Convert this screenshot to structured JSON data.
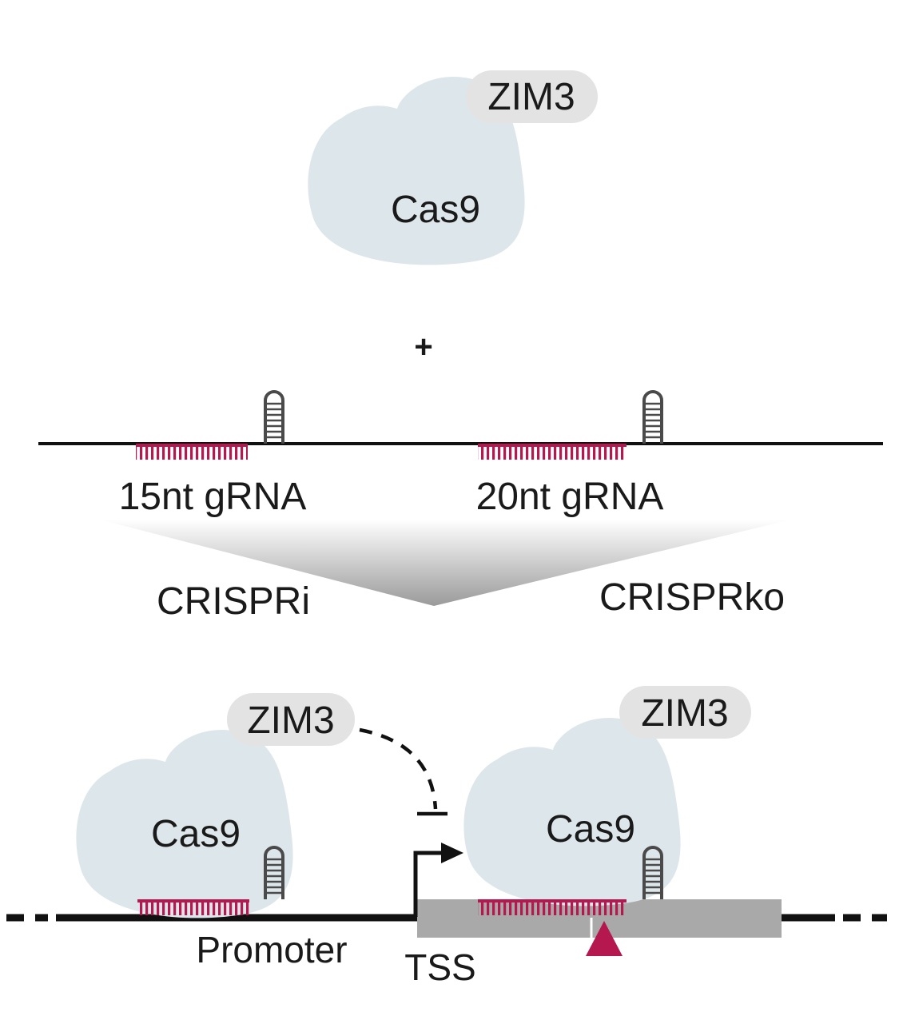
{
  "top": {
    "effector_label": "ZIM3",
    "protein_label": "Cas9",
    "plus_label": "+"
  },
  "guides": {
    "short_label": "15nt gRNA",
    "long_label": "20nt gRNA"
  },
  "modes": {
    "left_label": "CRISPRi",
    "right_label": "CRISPRko"
  },
  "bottom": {
    "left_effector_label": "ZIM3",
    "left_protein_label": "Cas9",
    "right_effector_label": "ZIM3",
    "right_protein_label": "Cas9",
    "promoter_label": "Promoter",
    "tss_label": "TSS"
  },
  "colors": {
    "protein_fill": "#dde7eb",
    "effector_fill": "#e3e3e3",
    "guide_red": "#b5184f",
    "dna_line": "#111111",
    "gene_box": "#a9a9a9",
    "hairpin_stroke": "#4a4a4a"
  }
}
